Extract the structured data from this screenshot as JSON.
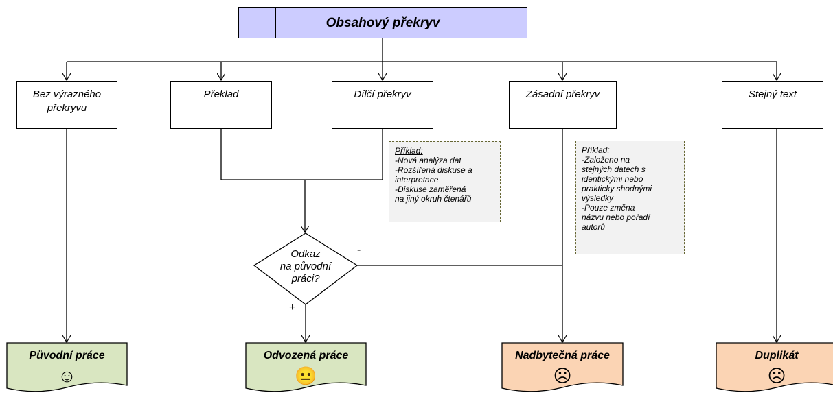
{
  "title": "Obsahový překryv",
  "categories": [
    {
      "label": "Bez výrazného překryvu"
    },
    {
      "label": "Překlad"
    },
    {
      "label": "Dílčí překryv"
    },
    {
      "label": "Zásadní překryv"
    },
    {
      "label": "Stejný text"
    }
  ],
  "note_partial": {
    "heading": "Příklad:",
    "lines": [
      "-Nová analýza dat",
      "-Rozšířená diskuse a",
      "interpretace",
      "-Diskuse zaměřená",
      "na jiný okruh čtenářů"
    ]
  },
  "note_major": {
    "heading": "Příklad:",
    "lines": [
      "-Založeno na",
      "stejných datech s",
      "identickými nebo",
      "prakticky shodnými",
      "výsledky",
      "-Pouze změna",
      "názvu nebo pořadí",
      "autorů"
    ]
  },
  "decision": {
    "line1": "Odkaz",
    "line2": "na původní",
    "line3": "práci?",
    "yes": "+",
    "no": "-"
  },
  "outcomes": [
    {
      "label": "Původní práce",
      "face": "☺",
      "face_name": "smiling-face-icon",
      "color": "#d9e6c1"
    },
    {
      "label": "Odvozená práce",
      "face": "😐",
      "face_name": "neutral-face-icon",
      "color": "#d9e6c1"
    },
    {
      "label": "Nadbytečná  práce",
      "face": "☹",
      "face_name": "frowning-face-icon",
      "color": "#fbd4b4"
    },
    {
      "label": "Duplikát",
      "face": "☹",
      "face_name": "frowning-face-icon",
      "color": "#fbd4b4"
    }
  ]
}
